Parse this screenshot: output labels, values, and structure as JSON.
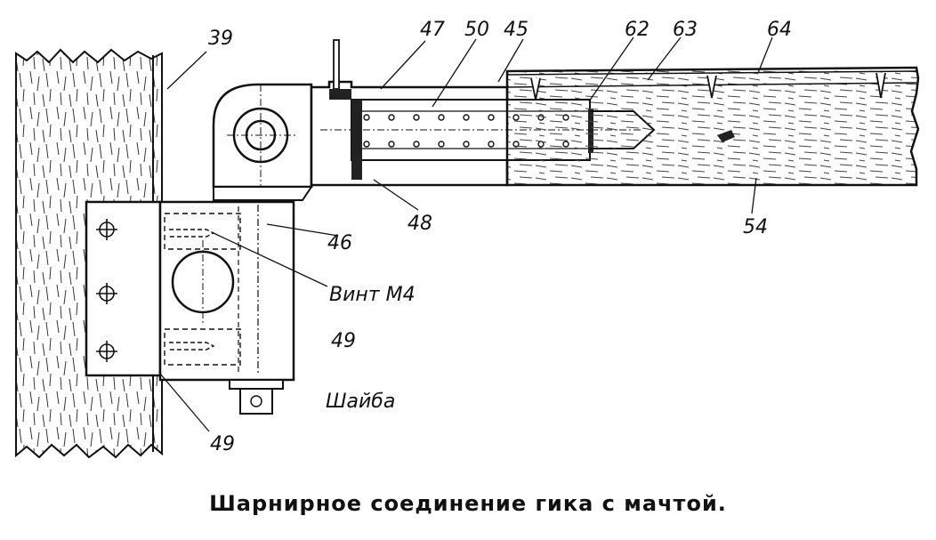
{
  "labels": {
    "mast": "39",
    "mast_lower": "49",
    "boom_tube": "47",
    "spring": "50",
    "plug": "45",
    "pin_62": "62",
    "pin_63": "63",
    "boom_64": "64",
    "bushing": "48",
    "bracket": "46",
    "screw": "Винт М4",
    "plate": "49",
    "washer": "Шайба",
    "boom_54": "54"
  },
  "caption": "Шарнирное соединение гика с мачтой."
}
